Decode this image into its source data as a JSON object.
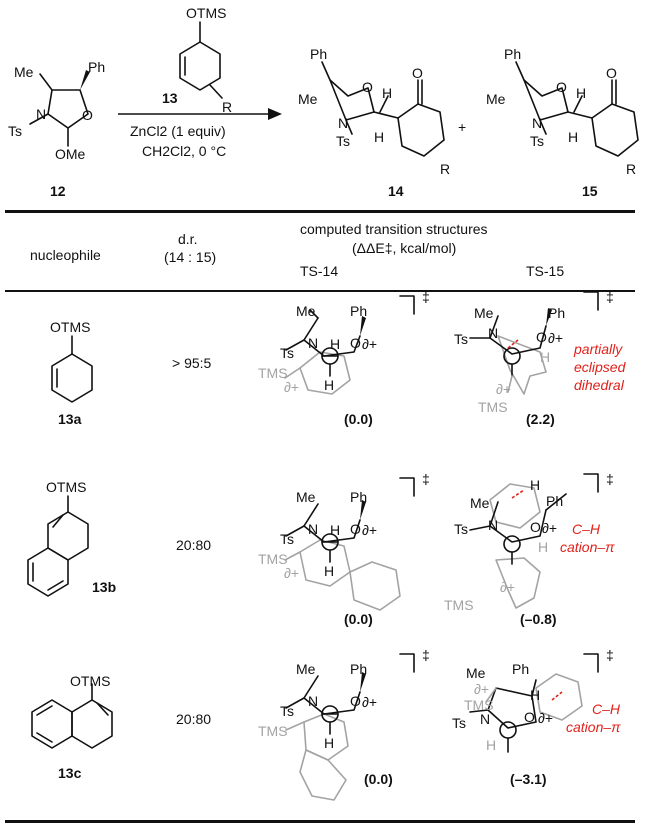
{
  "scheme": {
    "reagent_name": "OTMS",
    "reagent_label": "13",
    "reagent_sub": "R",
    "sm_me": "Me",
    "sm_ph": "Ph",
    "sm_ts": "Ts",
    "sm_n": "N",
    "sm_o": "O",
    "sm_ome": "OMe",
    "sm_label": "12",
    "conditions_1": "ZnCl2 (1 equiv)",
    "conditions_2": "CH2Cl2, 0 °C",
    "plus": "+",
    "product1_label": "14",
    "product2_label": "15",
    "p_ph": "Ph",
    "p_me": "Me",
    "p_ts": "Ts",
    "p_n": "N",
    "p_o": "O",
    "p_h": "H",
    "p_r": "R"
  },
  "table": {
    "headers": {
      "nucleophile": "nucleophile",
      "dr_line1": "d.r.",
      "dr_line2": "(14 : 15)",
      "computed_line1": "computed transition structures",
      "computed_line2": "(ΔΔE‡, kcal/mol)",
      "ts14": "TS-14",
      "ts15": "TS-15"
    },
    "rows": [
      {
        "nucleophile_label": "13a",
        "nucleophile_group": "OTMS",
        "dr": "> 95:5",
        "ts14_energy": "(0.0)",
        "ts15_energy": "(2.2)",
        "annotation": [
          "partially",
          "eclipsed",
          "dihedral"
        ]
      },
      {
        "nucleophile_label": "13b",
        "nucleophile_group": "OTMS",
        "dr": "20:80",
        "ts14_energy": "(0.0)",
        "ts15_energy": "(–0.8)",
        "annotation": [
          "C–H",
          "cation–π"
        ]
      },
      {
        "nucleophile_label": "13c",
        "nucleophile_group": "OTMS",
        "dr": "20:80",
        "ts14_energy": "(0.0)",
        "ts15_energy": "(–3.1)",
        "annotation": [
          "C–H",
          "cation–π"
        ]
      }
    ],
    "ts_labels": {
      "me": "Me",
      "ph": "Ph",
      "ts": "Ts",
      "n": "N",
      "o": "O",
      "h": "H",
      "delta_plus": "∂+",
      "tms": "TMS",
      "dagger": "‡"
    }
  },
  "colors": {
    "annotation": "#e0211b",
    "ghost": "#a3a3a3",
    "ink": "#111111"
  }
}
